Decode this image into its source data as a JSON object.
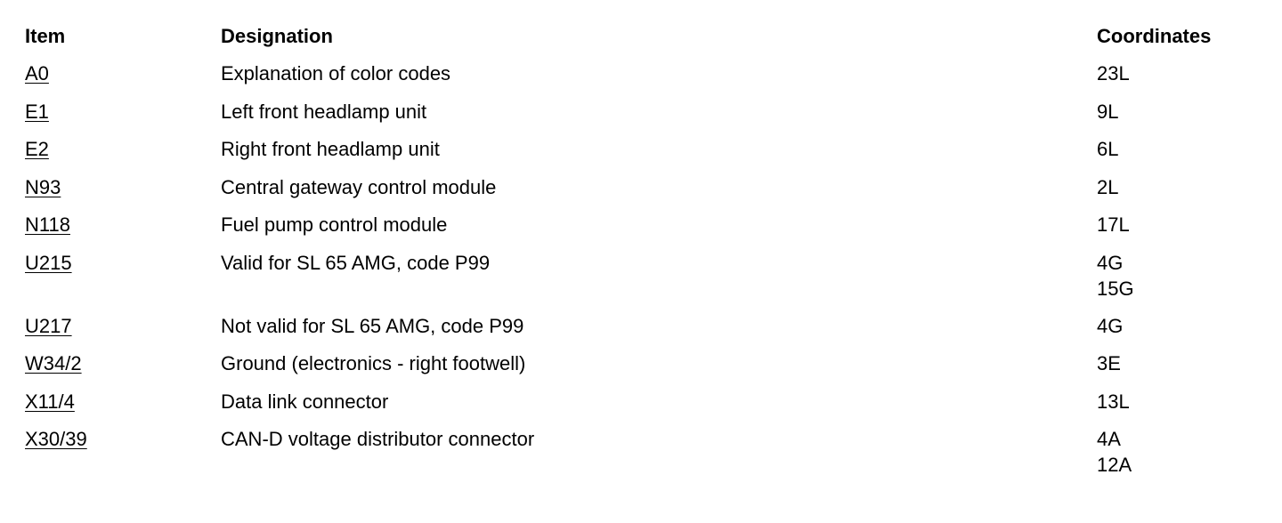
{
  "headers": {
    "item": "Item",
    "designation": "Designation",
    "coordinates": "Coordinates"
  },
  "rows": [
    {
      "item": "A0",
      "designation": "Explanation of color codes",
      "coordinates": [
        "23L"
      ]
    },
    {
      "item": "E1",
      "designation": "Left front headlamp unit",
      "coordinates": [
        "9L"
      ]
    },
    {
      "item": "E2",
      "designation": "Right front headlamp unit",
      "coordinates": [
        "6L"
      ]
    },
    {
      "item": "N93",
      "designation": "Central gateway control module",
      "coordinates": [
        "2L"
      ]
    },
    {
      "item": "N118",
      "designation": "Fuel pump control module",
      "coordinates": [
        "17L"
      ]
    },
    {
      "item": "U215",
      "designation": "Valid for SL 65 AMG, code P99",
      "coordinates": [
        "4G",
        "15G"
      ]
    },
    {
      "item": "U217",
      "designation": "Not valid for SL 65 AMG, code P99",
      "coordinates": [
        "4G"
      ]
    },
    {
      "item": "W34/2",
      "designation": "Ground (electronics - right footwell)",
      "coordinates": [
        "3E"
      ]
    },
    {
      "item": "X11/4",
      "designation": "Data link connector",
      "coordinates": [
        "13L"
      ]
    },
    {
      "item": "X30/39",
      "designation": "CAN-D voltage distributor connector",
      "coordinates": [
        "4A",
        "12A"
      ]
    }
  ]
}
